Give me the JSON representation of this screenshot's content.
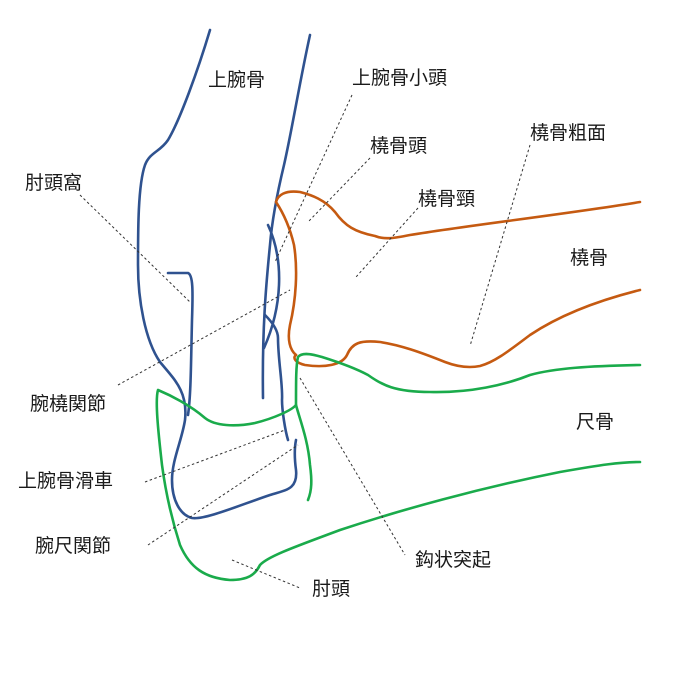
{
  "colors": {
    "humerus": "#2f528f",
    "radius": "#c55a11",
    "ulna": "#1aab4b",
    "leader": "#333333",
    "background": "#ffffff"
  },
  "labels": {
    "humerus": "上腕骨",
    "capitulum": "上腕骨小頭",
    "radial_head": "橈骨頭",
    "radial_tuberosity": "橈骨粗面",
    "olecranon_fossa": "肘頭窩",
    "radial_neck": "橈骨頸",
    "radius": "橈骨",
    "humeroradial_joint": "腕橈関節",
    "ulna": "尺骨",
    "trochlea": "上腕骨滑車",
    "humeroulnar_joint": "腕尺関節",
    "coronoid_process": "鈎状突起",
    "olecranon": "肘頭"
  }
}
